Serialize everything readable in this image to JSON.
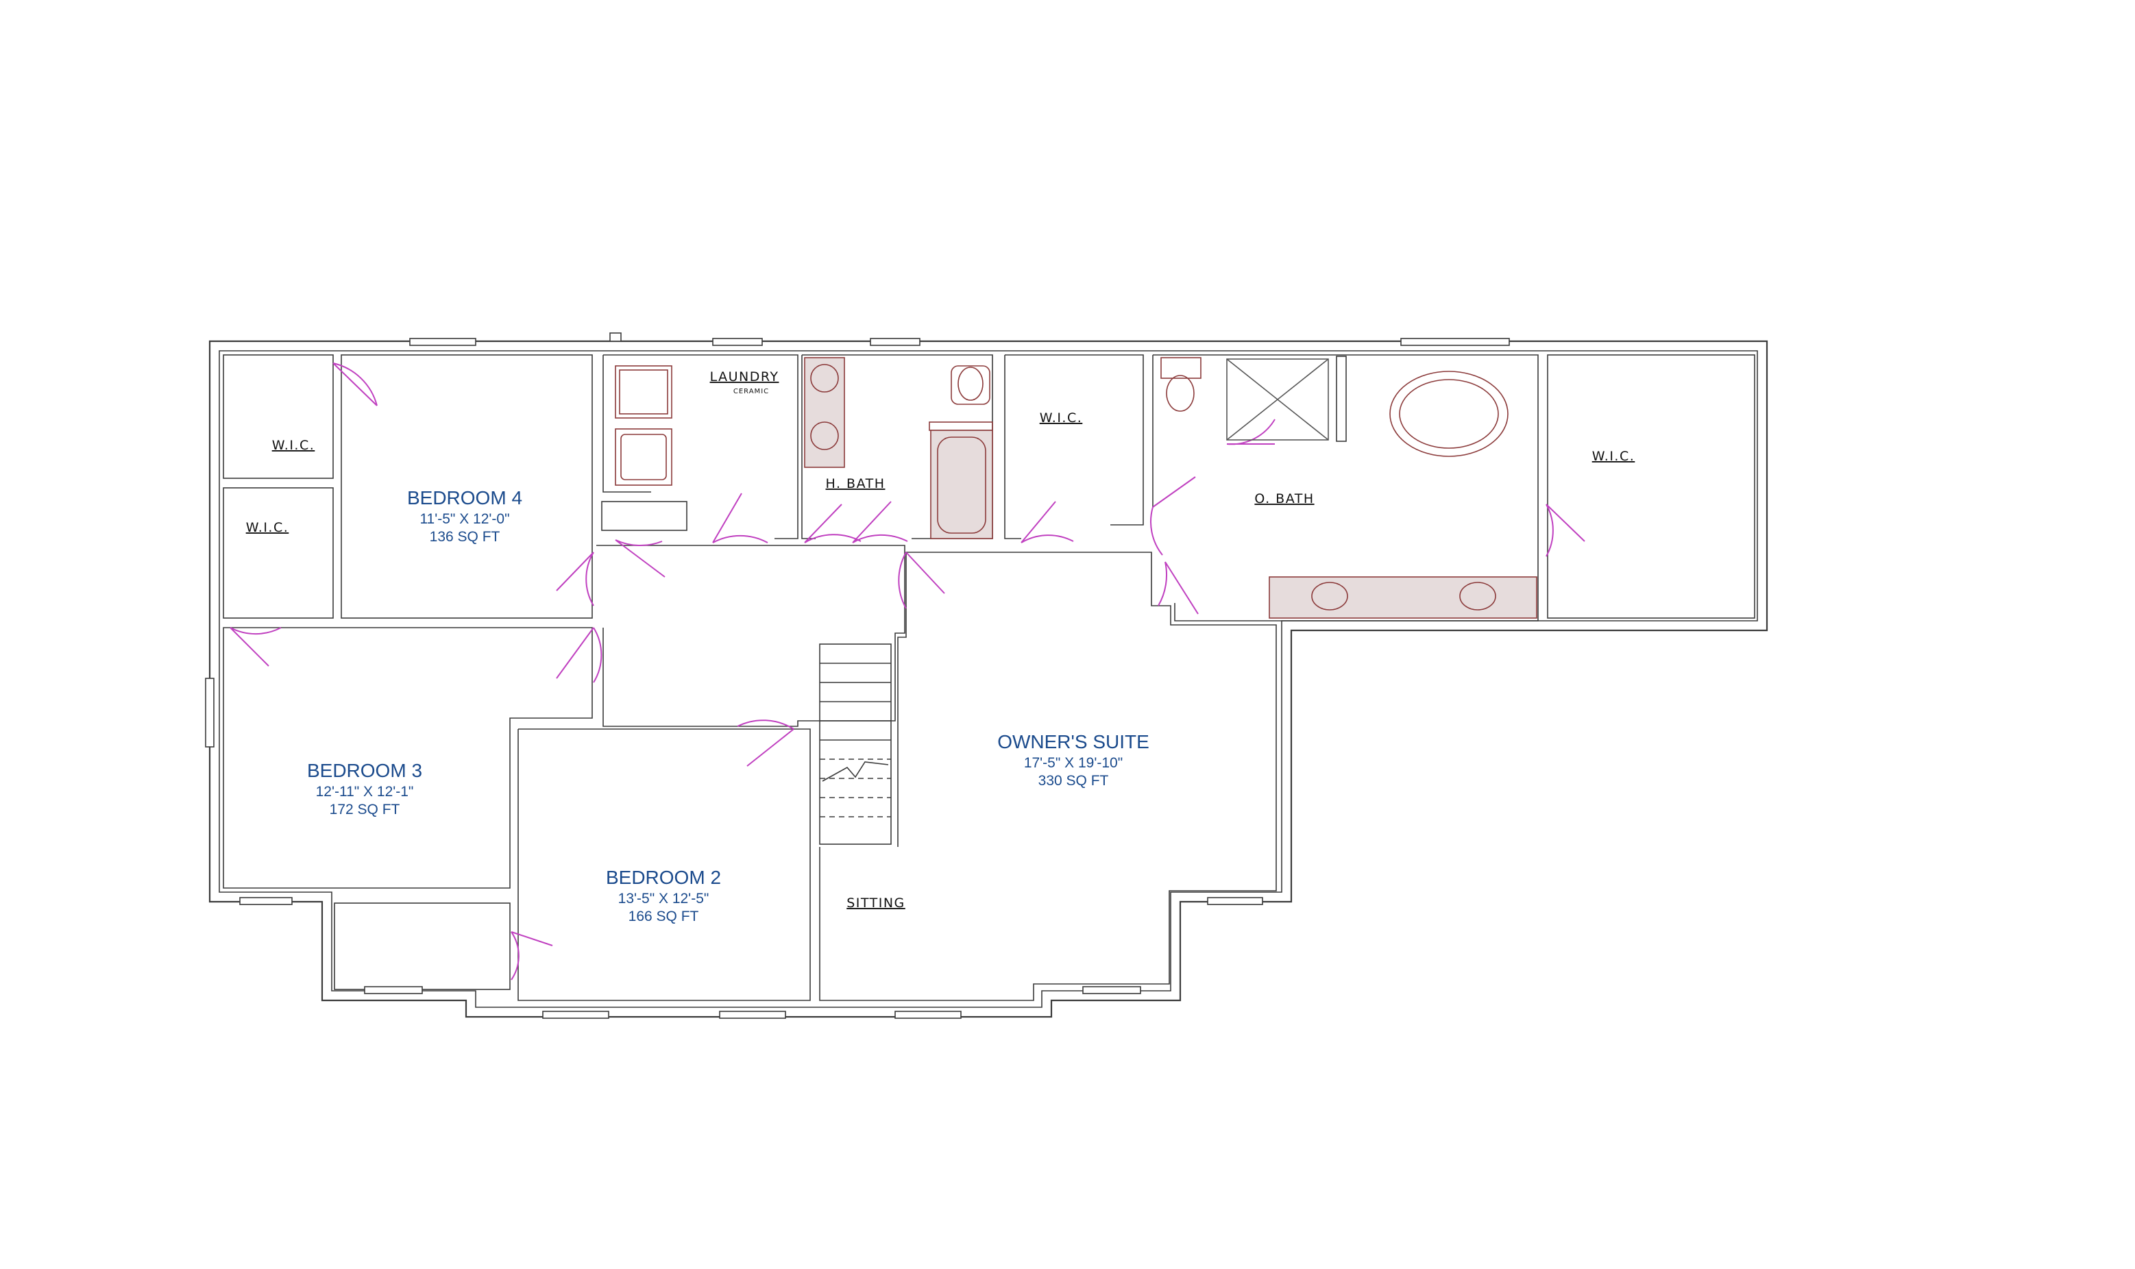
{
  "rooms": {
    "bedroom4": {
      "name": "BEDROOM 4",
      "dims": "11'-5\" X 12'-0\"",
      "area": "136 SQ FT"
    },
    "bedroom3": {
      "name": "BEDROOM 3",
      "dims": "12'-11\" X 12'-1\"",
      "area": "172 SQ FT"
    },
    "bedroom2": {
      "name": "BEDROOM 2",
      "dims": "13'-5\" X 12'-5\"",
      "area": "166 SQ FT"
    },
    "owners_suite": {
      "name": "OWNER'S SUITE",
      "dims": "17'-5\" X 19'-10\"",
      "area": "330 SQ FT"
    }
  },
  "labels": {
    "wic_top_left": "W.I.C.",
    "wic_left": "W.I.C.",
    "wic_middle": "W.I.C.",
    "wic_right": "W.I.C.",
    "laundry": "LAUNDRY",
    "laundry_sub": "CERAMIC",
    "h_bath": "H. BATH",
    "o_bath": "O. BATH",
    "sitting": "SITTING"
  },
  "colors": {
    "room_text": "#1a4a8c",
    "walls": "#3a3a3a",
    "doors": "#c040c0",
    "fixtures": "#8b3a3a"
  }
}
